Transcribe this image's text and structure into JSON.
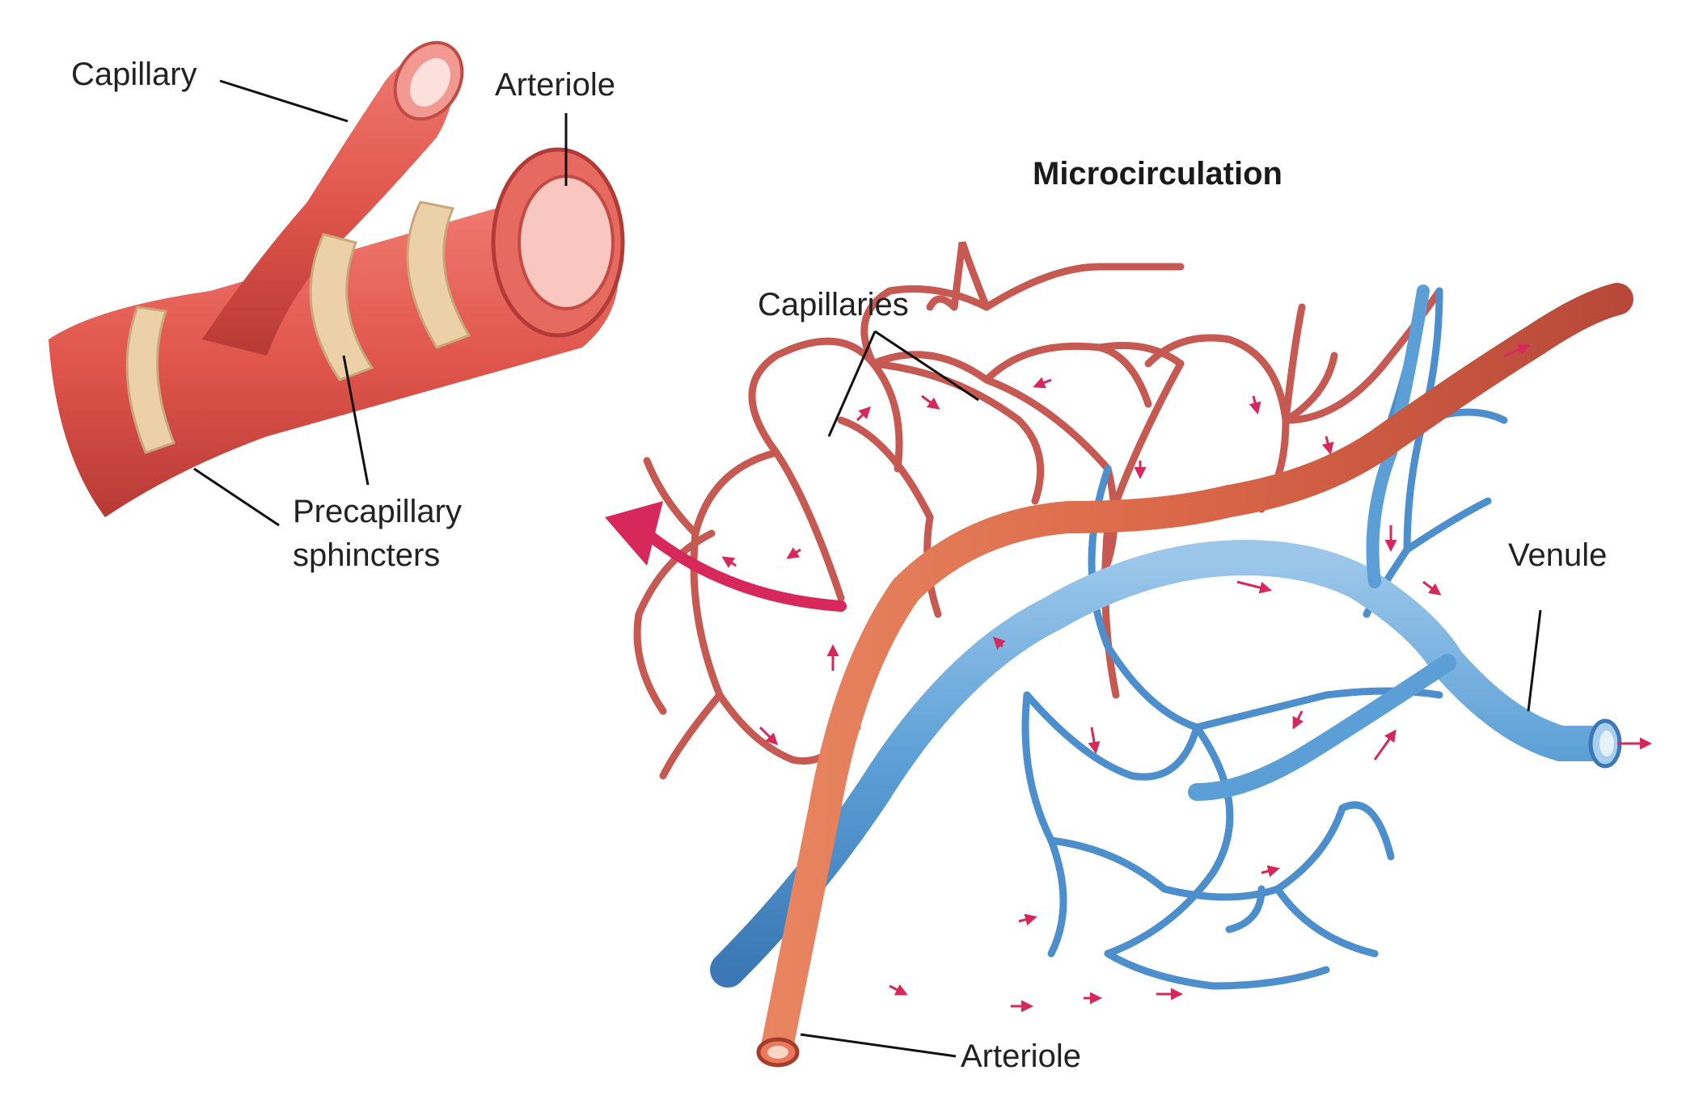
{
  "title": "Microcirculation",
  "labels": {
    "capillary": "Capillary",
    "arteriole_top": "Arteriole",
    "precapillary_line1": "Precapillary",
    "precapillary_line2": "sphincters",
    "capillaries": "Capillaries",
    "venule": "Venule",
    "arteriole_bottom": "Arteriole"
  },
  "colors": {
    "arteriole": "#d9664a",
    "capillary_red": "#c65a52",
    "venule": "#5b9fd6",
    "capillary_blue": "#4d8fcc",
    "flow_arrow": "#d6285a",
    "sphincter": "#e8c7a0"
  }
}
